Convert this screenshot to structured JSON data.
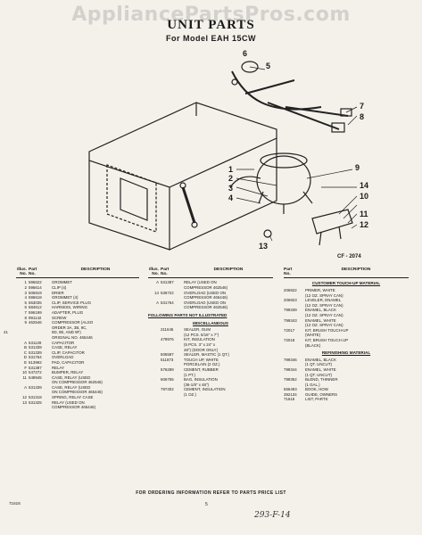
{
  "header": {
    "watermark": "AppliancePartsPros.com",
    "title": "UNIT PARTS",
    "model": "For Model EAH 15CW"
  },
  "diagram": {
    "callouts": [
      "1",
      "2",
      "3",
      "4",
      "5",
      "6",
      "7",
      "8",
      "9",
      "10",
      "11",
      "12",
      "13",
      "14"
    ],
    "figure_ref": "CF - 2074"
  },
  "col1": {
    "headers": {
      "no": "Illus.\nNo.",
      "part": "Part\nNo.",
      "desc": "DESCRIPTION"
    },
    "rows": [
      {
        "no": "1",
        "part": "596622",
        "desc": "GROMMET"
      },
      {
        "no": "2",
        "part": "596614",
        "desc": "CLIP (4)"
      },
      {
        "no": "3",
        "part": "506919",
        "desc": "DRIER"
      },
      {
        "no": "4",
        "part": "596618",
        "desc": "GROMMET (4)"
      },
      {
        "no": "5",
        "part": "653035",
        "desc": "CLIP, SERVICE PLUG"
      },
      {
        "no": "6",
        "part": "584612",
        "desc": "HARNESS, WIRING"
      },
      {
        "no": "7",
        "part": "596199",
        "desc": "ADAPTER, PLUG"
      },
      {
        "no": "8",
        "part": "991142",
        "desc": "SCREW"
      },
      {
        "no": "9",
        "part": "462546",
        "desc": "COMPRESSOR (ALSO\nORDER 3A, 3B, 9C,\n9D, 9E, AND 9F)\nORIGINAL NO. 465446"
      },
      {
        "no": "A",
        "part": "531129",
        "desc": "CAPACITOR"
      },
      {
        "no": "B",
        "part": "531339",
        "desc": "CASE, RELAY"
      },
      {
        "no": "C",
        "part": "531339",
        "desc": "CLIP, CAPACITOR"
      },
      {
        "no": "D",
        "part": "531764",
        "desc": "OVERLOAD"
      },
      {
        "no": "E",
        "part": "513992",
        "desc": "PAD, CAPACITOR"
      },
      {
        "no": "F",
        "part": "531387",
        "desc": "RELAY"
      },
      {
        "no": "10",
        "part": "547272",
        "desc": "BUMPER, RELAY"
      },
      {
        "no": "11",
        "part": "549945",
        "desc": "CASE, RELAY (USED\nON COMPRESSOR 462546)"
      },
      {
        "no": "A",
        "part": "531339",
        "desc": "CASE, RELAY (USED\nON COMPRESSOR 465446)"
      },
      {
        "no": "12",
        "part": "531318",
        "desc": "SPRING, RELAY CASE"
      },
      {
        "no": "13",
        "part": "531325",
        "desc": "RELAY (USED ON\nCOMPRESSOR 465446)"
      }
    ]
  },
  "col2": {
    "headers": {
      "no": "Illus.\nNo.",
      "part": "Part\nNo.",
      "desc": "DESCRIPTION"
    },
    "rows": [
      {
        "no": "A",
        "part": "531387",
        "desc": "RELAY (USED ON\nCOMPRESSOR 462546)"
      },
      {
        "no": "14",
        "part": "536722",
        "desc": "OVERLOAD (USED ON\nCOMPRESSOR 465446)"
      },
      {
        "no": "A",
        "part": "531764",
        "desc": "OVERLOAD (USED ON\nCOMPRESSOR 462546)"
      }
    ],
    "not_illustrated_title": "FOLLOWING PARTS NOT ILLUSTRATED",
    "misc_title": "MISCELLANEOUS",
    "misc_rows": [
      {
        "no": "",
        "part": "211645",
        "desc": "SEALER, GUM\n(12 PCS. 5/16\" x 7\")"
      },
      {
        "no": "",
        "part": "479976",
        "desc": "KIT, INSULATION\n(5 PCS. 3\" x 24\" x\n48\") (DOOR ONLY)"
      },
      {
        "no": "",
        "part": "505587",
        "desc": "SEALER, MASTIC (1 QT.)"
      },
      {
        "no": "",
        "part": "511873",
        "desc": "TOUCH UP, WHITE\nPORCELAIN (2 OZ.)"
      },
      {
        "no": "",
        "part": "576289",
        "desc": "CEMENT, RUBBER\n(1 PT.)"
      },
      {
        "no": "",
        "part": "606755",
        "desc": "BAG, INSULATION\n(36-1/8\" x 48\")"
      },
      {
        "no": "",
        "part": "797402",
        "desc": "CEMENT, INSULATION\n(1 OZ.)"
      }
    ]
  },
  "col3": {
    "headers": {
      "part": "Part\nNo.",
      "desc": "DESCRIPTION"
    },
    "touchup_title": "CUSTOMER TOUCH-UP MATERIAL",
    "touchup_rows": [
      {
        "part": "206922",
        "desc": "PRIMER, WHITE\n(12 OZ. SPRAY CAN)"
      },
      {
        "part": "206923",
        "desc": "LEVELER, ENAMEL\n(12 OZ. SPRAY CAN)"
      },
      {
        "part": "799339",
        "desc": "ENAMEL, BLACK\n(12 OZ. SPRAY CAN)"
      },
      {
        "part": "799343",
        "desc": "ENAMEL, WHITE\n(12 OZ. SPRAY CAN)"
      },
      {
        "part": "72017",
        "desc": "KIT, BRUSH TOUCH-UP\n(WHITE)"
      },
      {
        "part": "72018",
        "desc": "KIT, BRUSH TOUCH UP\n(BLACK)"
      }
    ],
    "refinish_title": "REFINISHING MATERIAL",
    "refinish_rows": [
      {
        "part": "799346",
        "desc": "ENAMEL, BLACK\n(1 QT. UNCUT)"
      },
      {
        "part": "799344",
        "desc": "ENAMEL, WHITE\n(1 QT. UNCUT)"
      },
      {
        "part": "799352",
        "desc": "BLEND, THINNER\n(1 GAL.)"
      },
      {
        "part": "656493",
        "desc": "BOOK, HOW"
      },
      {
        "part": "392134",
        "desc": "GUIDE, OWNERS"
      },
      {
        "part": "71616",
        "desc": "LIST, PARTS"
      }
    ]
  },
  "footer": {
    "left_mark": "41",
    "note": "FOR ORDERING INFORMATION REFER TO PARTS PRICE LIST",
    "page_code": "71616",
    "page_number": "5",
    "handwriting": "293-F-14"
  }
}
